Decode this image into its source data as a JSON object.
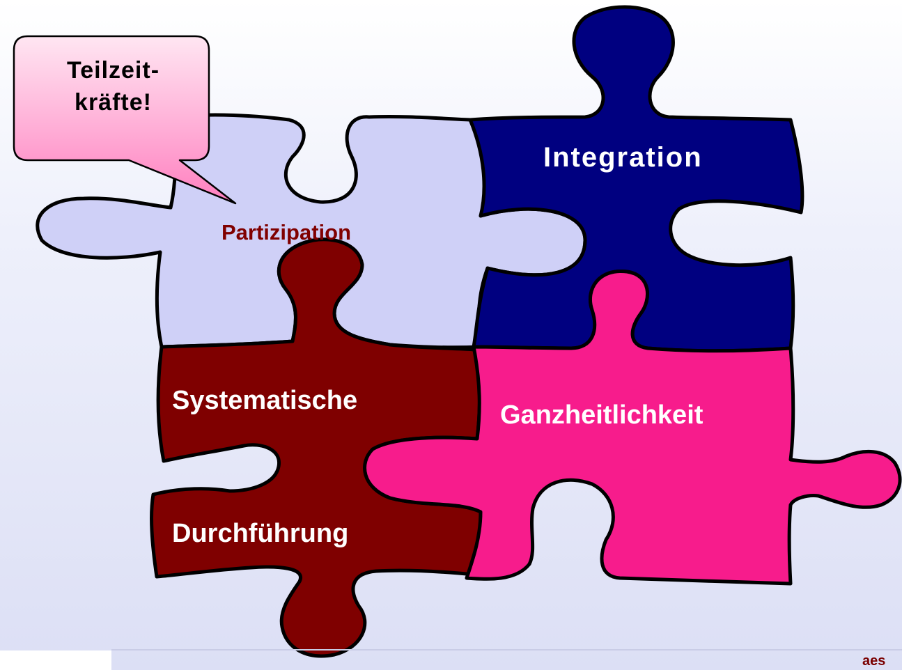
{
  "bubble": {
    "line1": "Teilzeit-",
    "line2": "kräfte!"
  },
  "pieces": {
    "partizipation": {
      "label": "Partizipation",
      "fill": "#cfd0f7",
      "text_color": "#800000"
    },
    "integration": {
      "label": "Integration",
      "fill": "#000080",
      "text_color": "#ffffff"
    },
    "systematische": {
      "label1": "Systematische",
      "label2": "Durchführung",
      "fill": "#7f0000",
      "text_color": "#ffffff"
    },
    "ganzheitlichkeit": {
      "label": "Ganzheitlichkeit",
      "fill": "#f71c8c",
      "text_color": "#ffffff"
    }
  },
  "footer": {
    "text": "aes"
  }
}
